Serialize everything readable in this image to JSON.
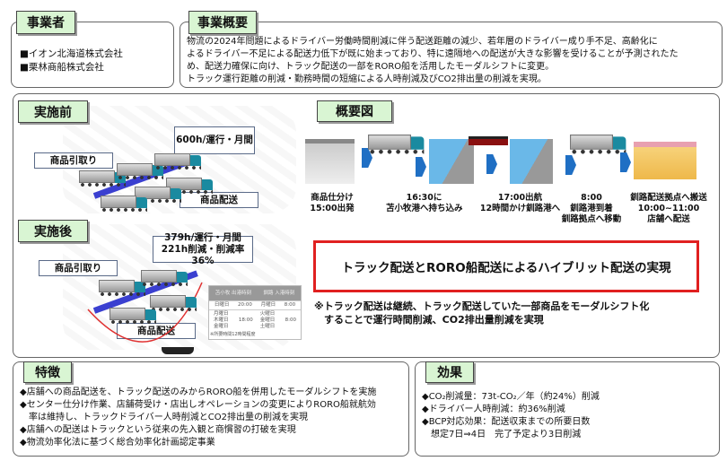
{
  "operators": {
    "title": "事業者",
    "items": [
      "■イオン北海道株式会社",
      "■栗林商船株式会社"
    ]
  },
  "overview": {
    "title": "事業概要",
    "lines": [
      "物流の2024年問題によるドライバー労働時間削減に伴う配送距離の減少、若年層のドライバー成り手不足、高齢化に",
      "よるドライバー不足による配送力低下が既に始まっており、特に遠隔地への配送が大きな影響を受けることが予測されたた",
      "め、配送力確保に向け、トラック配送の一部をRORO船を活用したモーダルシフトに変更。",
      "トラック運行距離の削減・勤務時間の短縮による人時削減及びCO2排出量の削減を実現。"
    ]
  },
  "before": {
    "title": "実施前",
    "hours": "600h/運行・月間",
    "pickup": "商品引取り",
    "delivery": "商品配送"
  },
  "after": {
    "title": "実施後",
    "hours1": "379h/運行・月間",
    "hours2": "221h削減・削減率36%",
    "pickup": "商品引取り",
    "delivery": "商品配送",
    "schedule": {
      "from": "苫小牧 出港時刻",
      "to": "釧路 入港時刻",
      "rows": [
        [
          "日曜日",
          "20:00",
          "月曜日",
          "8:00"
        ],
        [
          "月曜日 木曜日 金曜日",
          "18:00",
          "火曜日 金曜日 土曜日",
          "8:00"
        ]
      ],
      "note": "※所要時間12時間程度"
    }
  },
  "diagram": {
    "title": "概要図",
    "steps": [
      [
        "商品仕分け",
        "15:00出発"
      ],
      [
        "16:30に",
        "苫小牧港へ持ち込み"
      ],
      [
        "17:00出航",
        "12時間かけ釧路港へ"
      ],
      [
        "8:00",
        "釧路港到着",
        "釧路拠点へ移動"
      ],
      [
        "釧路配送拠点へ搬送",
        "10:00~11:00",
        "店舗へ配送"
      ]
    ]
  },
  "headline": "トラック配送とRORO船配送によるハイブリット配送の実現",
  "note": [
    "※トラック配送は継続、トラック配送していた一部商品をモーダルシフト化",
    "　することで運行時間削減、CO2排出量削減を実現"
  ],
  "features": {
    "title": "特徴",
    "lines": [
      "◆店舗への商品配送を、トラック配送のみからRORO船を併用したモーダルシフトを実施",
      "◆センター仕分け作業、店舗荷受け・店出しオペレーションの変更によりRORO船就航効",
      "　率は維持し、トラックドライバー人時削減とCO2排出量の削減を実現",
      "◆店舗への配送はトラックという従来の先入観と商慣習の打破を実現",
      "◆物流効率化法に基づく総合効率化計画認定事業"
    ]
  },
  "effects": {
    "title": "効果",
    "lines": [
      "◆CO₂削減量：73t-CO₂／年（約24%）削減",
      "◆ドライバー人時削減：約36%削減",
      "◆BCP対応効果：配送収束までの所要日数",
      "　想定7日⇒4日　完了予定より3日削減"
    ]
  }
}
